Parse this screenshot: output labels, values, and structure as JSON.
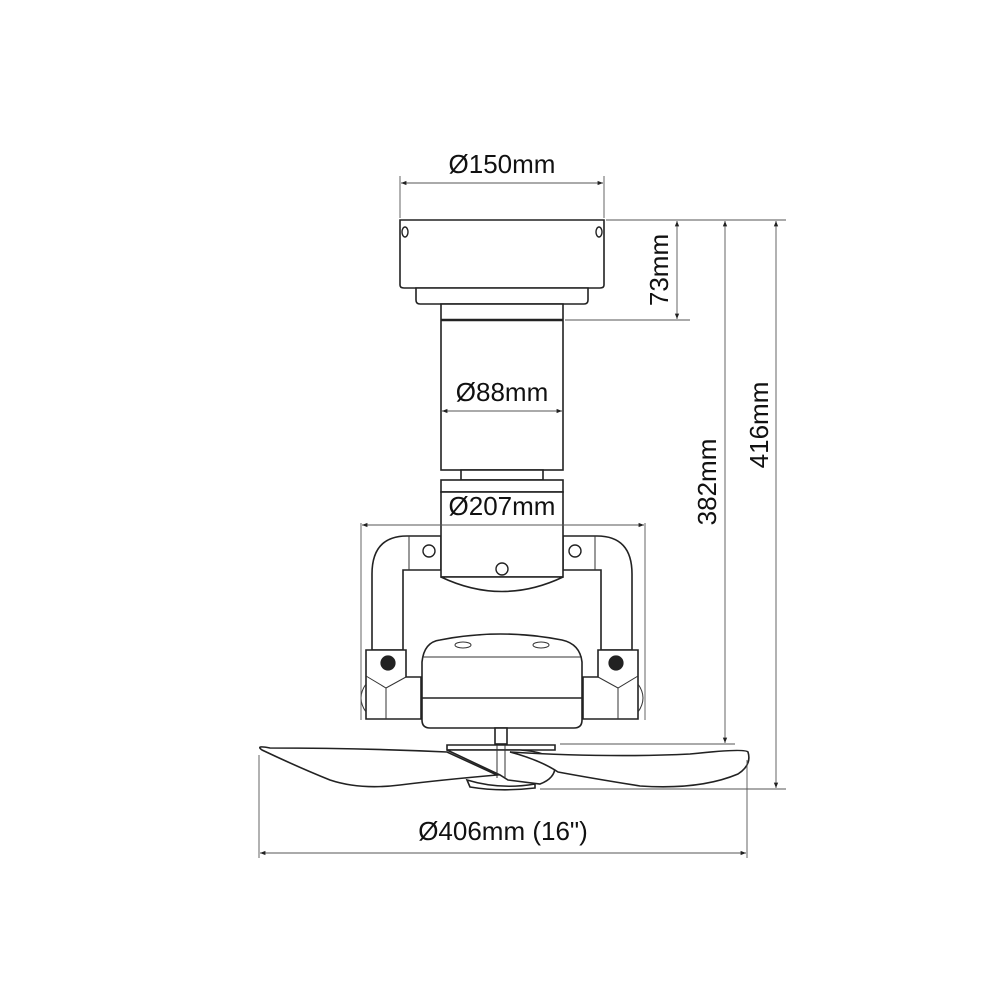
{
  "drawing": {
    "subject": "ceiling fan dimension drawing",
    "colors": {
      "line": "#222222",
      "dimension": "#555555",
      "background": "#ffffff"
    }
  },
  "dimensions": {
    "canopy_diameter": "Ø150mm",
    "canopy_height": "73mm",
    "downrod_diameter": "Ø88mm",
    "bracket_width": "Ø207mm",
    "height_to_blades": "382mm",
    "overall_height": "416mm",
    "blade_span": "Ø406mm (16\")"
  }
}
